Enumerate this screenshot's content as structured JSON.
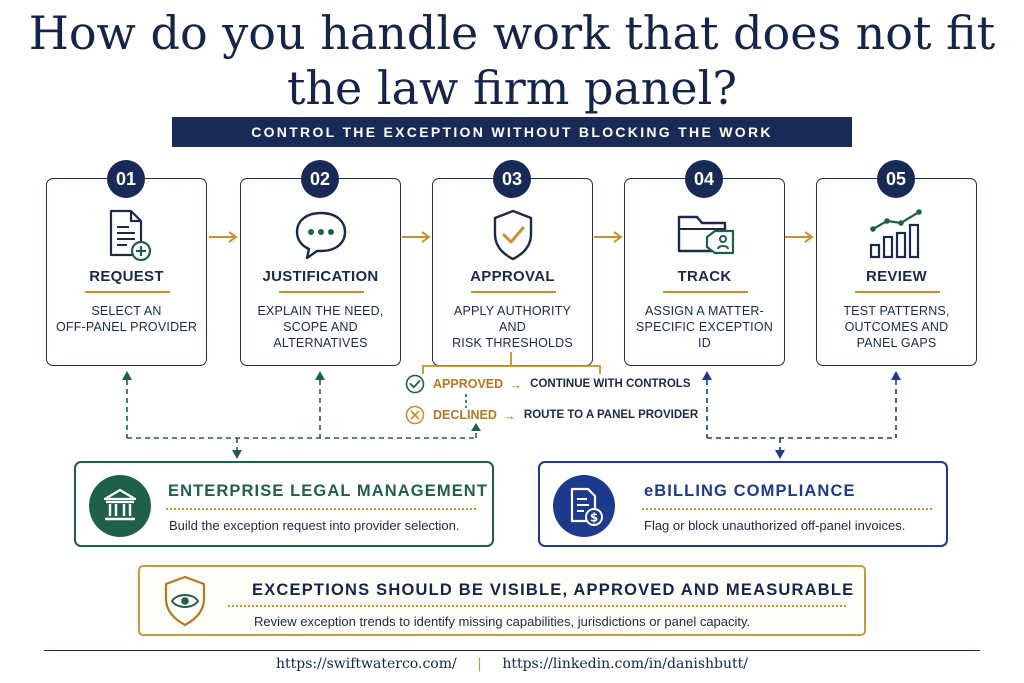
{
  "title": "How do you handle work that does not fit the law firm panel?",
  "subtitle": "CONTROL THE EXCEPTION WITHOUT BLOCKING THE WORK",
  "colors": {
    "navy": "#1a2a57",
    "gold": "#c9902e",
    "green": "#1f5f4c",
    "blue": "#1d3a8c"
  },
  "steps": [
    {
      "num": "01",
      "title": "REQUEST",
      "icon": "document-plus-icon",
      "desc": [
        "SELECT AN",
        "OFF-PANEL PROVIDER"
      ]
    },
    {
      "num": "02",
      "title": "JUSTIFICATION",
      "icon": "speech-bubble-icon",
      "desc": [
        "EXPLAIN THE NEED,",
        "SCOPE AND",
        "ALTERNATIVES"
      ]
    },
    {
      "num": "03",
      "title": "APPROVAL",
      "icon": "shield-check-icon",
      "desc": [
        "APPLY AUTHORITY AND",
        "RISK THRESHOLDS"
      ]
    },
    {
      "num": "04",
      "title": "TRACK",
      "icon": "folder-tag-icon",
      "desc": [
        "ASSIGN A MATTER-",
        "SPECIFIC EXCEPTION ID"
      ]
    },
    {
      "num": "05",
      "title": "REVIEW",
      "icon": "bar-chart-trend-icon",
      "desc": [
        "TEST PATTERNS,",
        "OUTCOMES AND",
        "PANEL GAPS"
      ]
    }
  ],
  "outcomes": {
    "approved": {
      "label": "APPROVED",
      "text": "CONTINUE WITH CONTROLS"
    },
    "declined": {
      "label": "DECLINED",
      "text": "ROUTE TO A PANEL PROVIDER"
    }
  },
  "systems": {
    "elm": {
      "title": "ENTERPRISE LEGAL MANAGEMENT",
      "desc": "Build the exception request into provider selection.",
      "icon": "bank-building-icon"
    },
    "ebilling": {
      "title": "eBILLING COMPLIANCE",
      "desc": "Flag or block unauthorized off-panel invoices.",
      "icon": "invoice-dollar-icon"
    }
  },
  "banner": {
    "title": "EXCEPTIONS SHOULD BE VISIBLE, APPROVED AND MEASURABLE",
    "desc": "Review exception trends to identify missing capabilities, jurisdictions or panel capacity.",
    "icon": "shield-eye-icon"
  },
  "footer": {
    "link1": "https://swiftwaterco.com/",
    "separator": "|",
    "link2": "https://linkedin.com/in/danishbutt/"
  }
}
